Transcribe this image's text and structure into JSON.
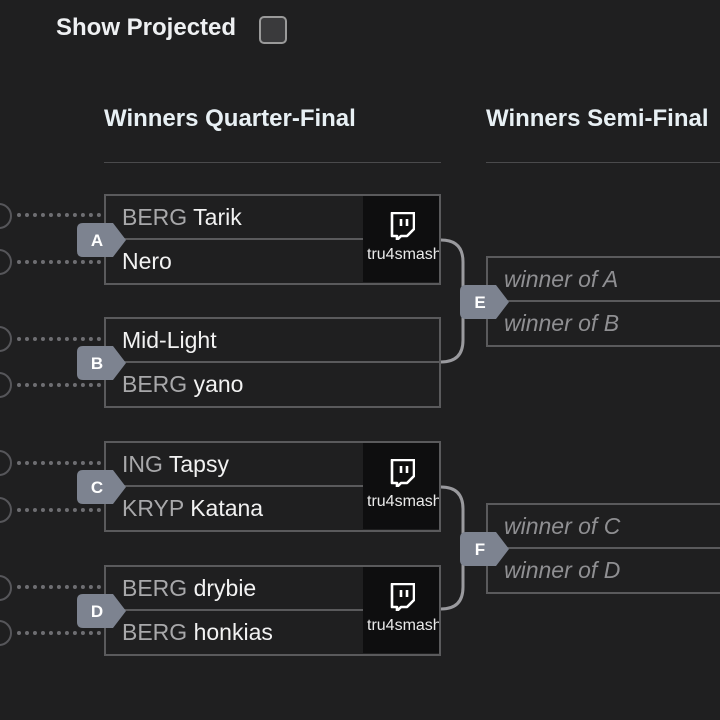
{
  "toggle": {
    "label": "Show Projected",
    "checked": false
  },
  "rounds": [
    {
      "title": "Winners Quarter-Final"
    },
    {
      "title": "Winners Semi-Final"
    }
  ],
  "matches": {
    "A": {
      "id": "A",
      "top": {
        "tag": "BERG",
        "name": "Tarik"
      },
      "bottom": {
        "tag": "",
        "name": "Nero"
      },
      "stream": "tru4smash"
    },
    "B": {
      "id": "B",
      "top": {
        "tag": "",
        "name": "Mid-Light"
      },
      "bottom": {
        "tag": "BERG",
        "name": "yano"
      }
    },
    "C": {
      "id": "C",
      "top": {
        "tag": "ING",
        "name": "Tapsy"
      },
      "bottom": {
        "tag": "KRYP",
        "name": "Katana"
      },
      "stream": "tru4smash"
    },
    "D": {
      "id": "D",
      "top": {
        "tag": "BERG",
        "name": "drybie"
      },
      "bottom": {
        "tag": "BERG",
        "name": "honkias"
      },
      "stream": "tru4smash"
    },
    "E": {
      "id": "E",
      "top": "winner of A",
      "bottom": "winner of B"
    },
    "F": {
      "id": "F",
      "top": "winner of C",
      "bottom": "winner of D"
    }
  },
  "colors": {
    "background": "#1f1f20",
    "marker": "#7d8390",
    "border": "#5a5a5c",
    "stream_bg": "#0e0e0f"
  },
  "icons": {
    "stream": "twitch-icon",
    "toggle": "checkbox"
  }
}
